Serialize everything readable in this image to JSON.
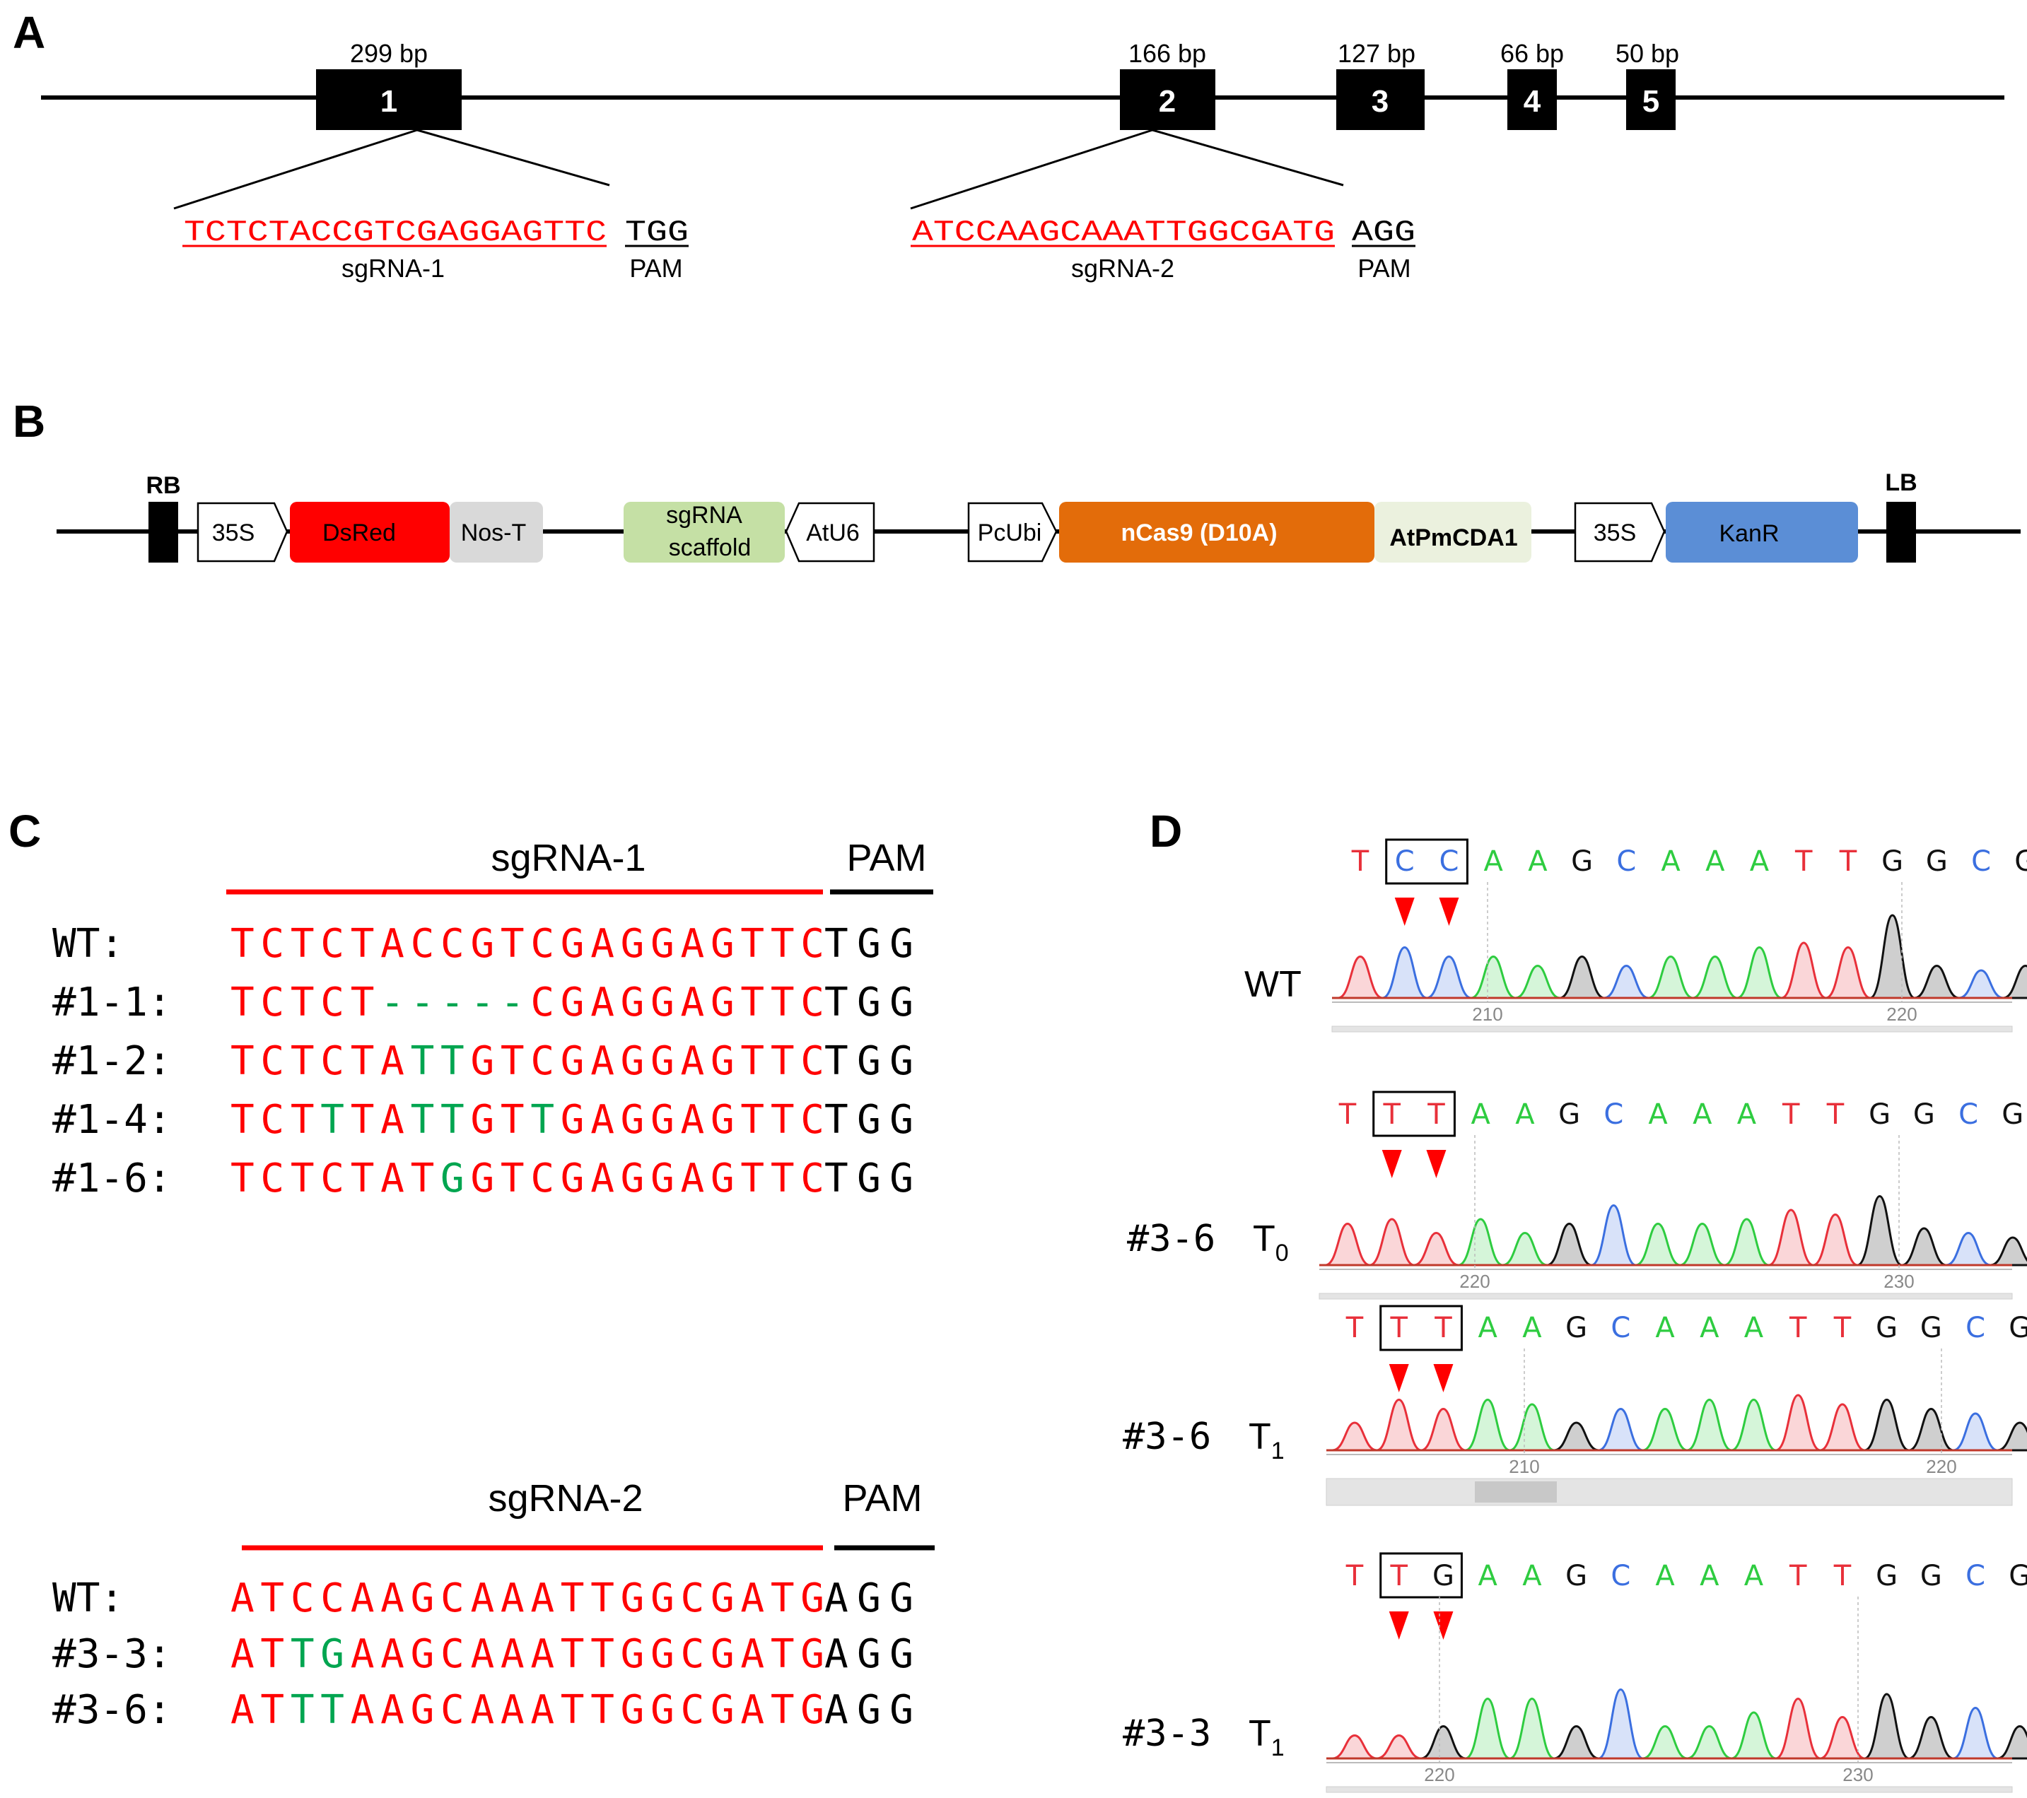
{
  "panels": {
    "a": "A",
    "b": "B",
    "c": "C",
    "d": "D"
  },
  "gene": {
    "exons": [
      {
        "num": "1",
        "size": "299 bp"
      },
      {
        "num": "2",
        "size": "166 bp"
      },
      {
        "num": "3",
        "size": "127 bp"
      },
      {
        "num": "4",
        "size": "66 bp"
      },
      {
        "num": "5",
        "size": "50 bp"
      }
    ],
    "sgrna1": {
      "seq": "TCTCTACCGTCGAGGAGTTC",
      "pam": "TGG",
      "label": "sgRNA-1",
      "pam_label": "PAM"
    },
    "sgrna2": {
      "seq": "ATCCAAGCAAATTGGCGATG",
      "pam": "AGG",
      "label": "sgRNA-2",
      "pam_label": "PAM"
    }
  },
  "construct": {
    "rb": "RB",
    "lb": "LB",
    "elements": [
      {
        "name": "35S",
        "color": "#ffffff"
      },
      {
        "name": "DsRed",
        "color": "#ff0000"
      },
      {
        "name": "Nos-T",
        "color": "#d9d9d9"
      },
      {
        "name": "sgRNA",
        "name2": "scaffold",
        "color": "#c5e0a5"
      },
      {
        "name": "AtU6",
        "color": "#ffffff"
      },
      {
        "name": "PcUbi",
        "color": "#ffffff"
      },
      {
        "name": "nCas9 (D10A)",
        "color": "#e36c0a"
      },
      {
        "name": "AtPmCDA1",
        "color": "#ebf1de"
      },
      {
        "name": "35S",
        "color": "#ffffff"
      },
      {
        "name": "KanR",
        "color": "#5b8ed6"
      }
    ]
  },
  "alignments": {
    "colors": {
      "target": "#ff0000",
      "edit": "#00a550",
      "pam": "#000000"
    },
    "block1": {
      "header": "sgRNA-1",
      "pam_header": "PAM",
      "rows": [
        {
          "label": "WT:",
          "seq": "TCTCTACCGTCGAGGAGTTC",
          "pam": "TGG",
          "edits": []
        },
        {
          "label": "#1-1:",
          "seq": "TCTCT-----CGAGGAGTTC",
          "pam": "TGG",
          "edits": [
            5,
            6,
            7,
            8,
            9
          ]
        },
        {
          "label": "#1-2:",
          "seq": "TCTCTATTGTCGAGGAGTTC",
          "pam": "TGG",
          "edits": [
            6,
            7
          ]
        },
        {
          "label": "#1-4:",
          "seq": "TCTTTATTGTTGAGGAGTTC",
          "pam": "TGG",
          "edits": [
            3,
            6,
            7,
            10
          ]
        },
        {
          "label": "#1-6:",
          "seq": "TCTCTATGGTCGAGGAGTTC",
          "pam": "TGG",
          "edits": [
            7
          ]
        }
      ]
    },
    "block2": {
      "header": "sgRNA-2",
      "pam_header": "PAM",
      "rows": [
        {
          "label": "WT:",
          "seq": "ATCCAAGCAAATTGGCGATG",
          "pam": "AGG",
          "edits": []
        },
        {
          "label": "#3-3:",
          "seq": "ATTGAAGCAAATTGGCGATG",
          "pam": "AGG",
          "edits": [
            2,
            3
          ]
        },
        {
          "label": "#3-6:",
          "seq": "ATTTAAGCAAATTGGCGATG",
          "pam": "AGG",
          "edits": [
            2,
            3
          ]
        }
      ]
    }
  },
  "chromatograms": {
    "base_colors": {
      "A": "#2ecc40",
      "C": "#3b6fe0",
      "G": "#111111",
      "T": "#e8303a"
    },
    "traces": [
      {
        "label": "WT",
        "label_style": "sans",
        "generation": "",
        "gen_sub": "",
        "bases": "TCCAAGCAAATTGGCG",
        "boxed": [
          1,
          2
        ],
        "ticks": [
          "210",
          "220"
        ]
      },
      {
        "label": "#3-6",
        "label_style": "mono",
        "generation": "T",
        "gen_sub": "0",
        "bases": "TTTAAGCAAATTGGCG",
        "boxed": [
          1,
          2
        ],
        "ticks": [
          "220",
          "230"
        ]
      },
      {
        "label": "#3-6",
        "label_style": "mono",
        "generation": "T",
        "gen_sub": "1",
        "bases": "TTTAAGCAAATTGGCG",
        "boxed": [
          1,
          2
        ],
        "ticks": [
          "210",
          "220"
        ]
      },
      {
        "label": "#3-3",
        "label_style": "mono",
        "generation": "T",
        "gen_sub": "1",
        "bases": "TTGAAGCAAATTGGCG",
        "boxed": [
          1,
          2
        ],
        "ticks": [
          "220",
          "230"
        ]
      }
    ]
  }
}
